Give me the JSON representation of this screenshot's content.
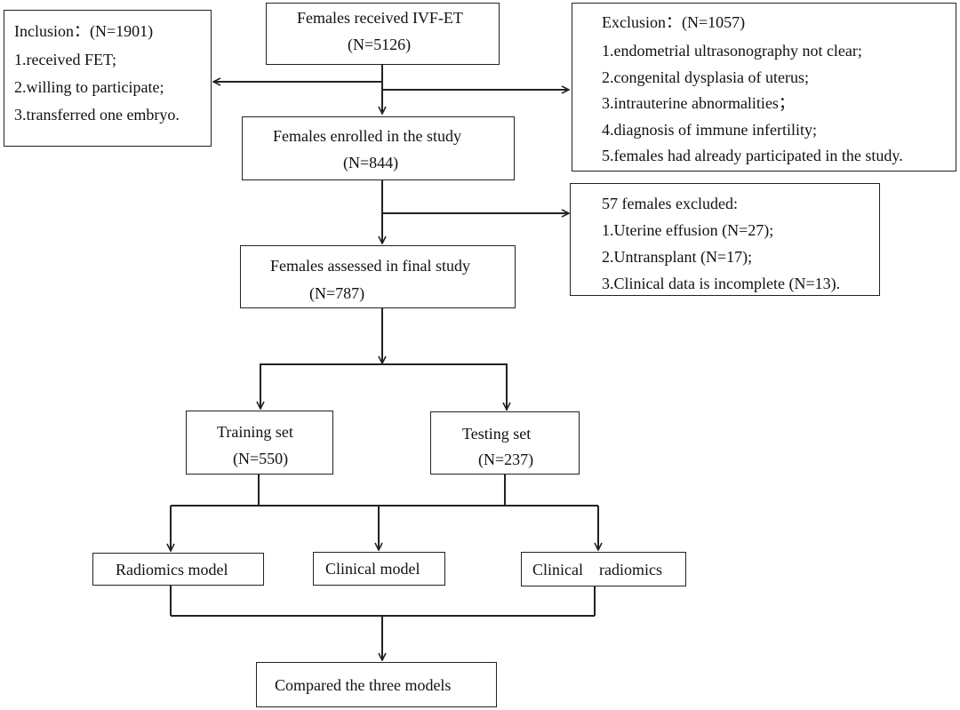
{
  "start": {
    "title": "Females received IVF-ET",
    "count": "(N=5126)"
  },
  "inclusion": {
    "header": "Inclusion：(N=1901)",
    "items": [
      "1.received FET;",
      "2.willing to participate;",
      "3.transferred one embryo."
    ]
  },
  "exclusion": {
    "header": "Exclusion：(N=1057)",
    "items": [
      "1.endometrial ultrasonography not clear;",
      "2.congenital dysplasia of uterus;",
      "3.intrauterine abnormalities；",
      "4.diagnosis of immune infertility;",
      "5.females had already participated in the study."
    ]
  },
  "enrolled": {
    "title": "Females enrolled in the study",
    "count": "(N=844)"
  },
  "excluded57": {
    "header": "57 females excluded:",
    "items": [
      "1.Uterine effusion (N=27);",
      "2.Untransplant (N=17);",
      "3.Clinical data is incomplete (N=13)."
    ]
  },
  "final": {
    "title": "Females assessed in final study",
    "count": "(N=787)"
  },
  "training": {
    "title": "Training set",
    "count": "(N=550)"
  },
  "testing": {
    "title": "Testing set",
    "count": "(N=237)"
  },
  "models": {
    "radiomics": "Radiomics model",
    "clinical": "Clinical model",
    "combined": "Clinical    radiomics"
  },
  "compare": "Compared the three models",
  "colors": {
    "line": "#222222",
    "text": "#111111",
    "background": "#ffffff"
  }
}
